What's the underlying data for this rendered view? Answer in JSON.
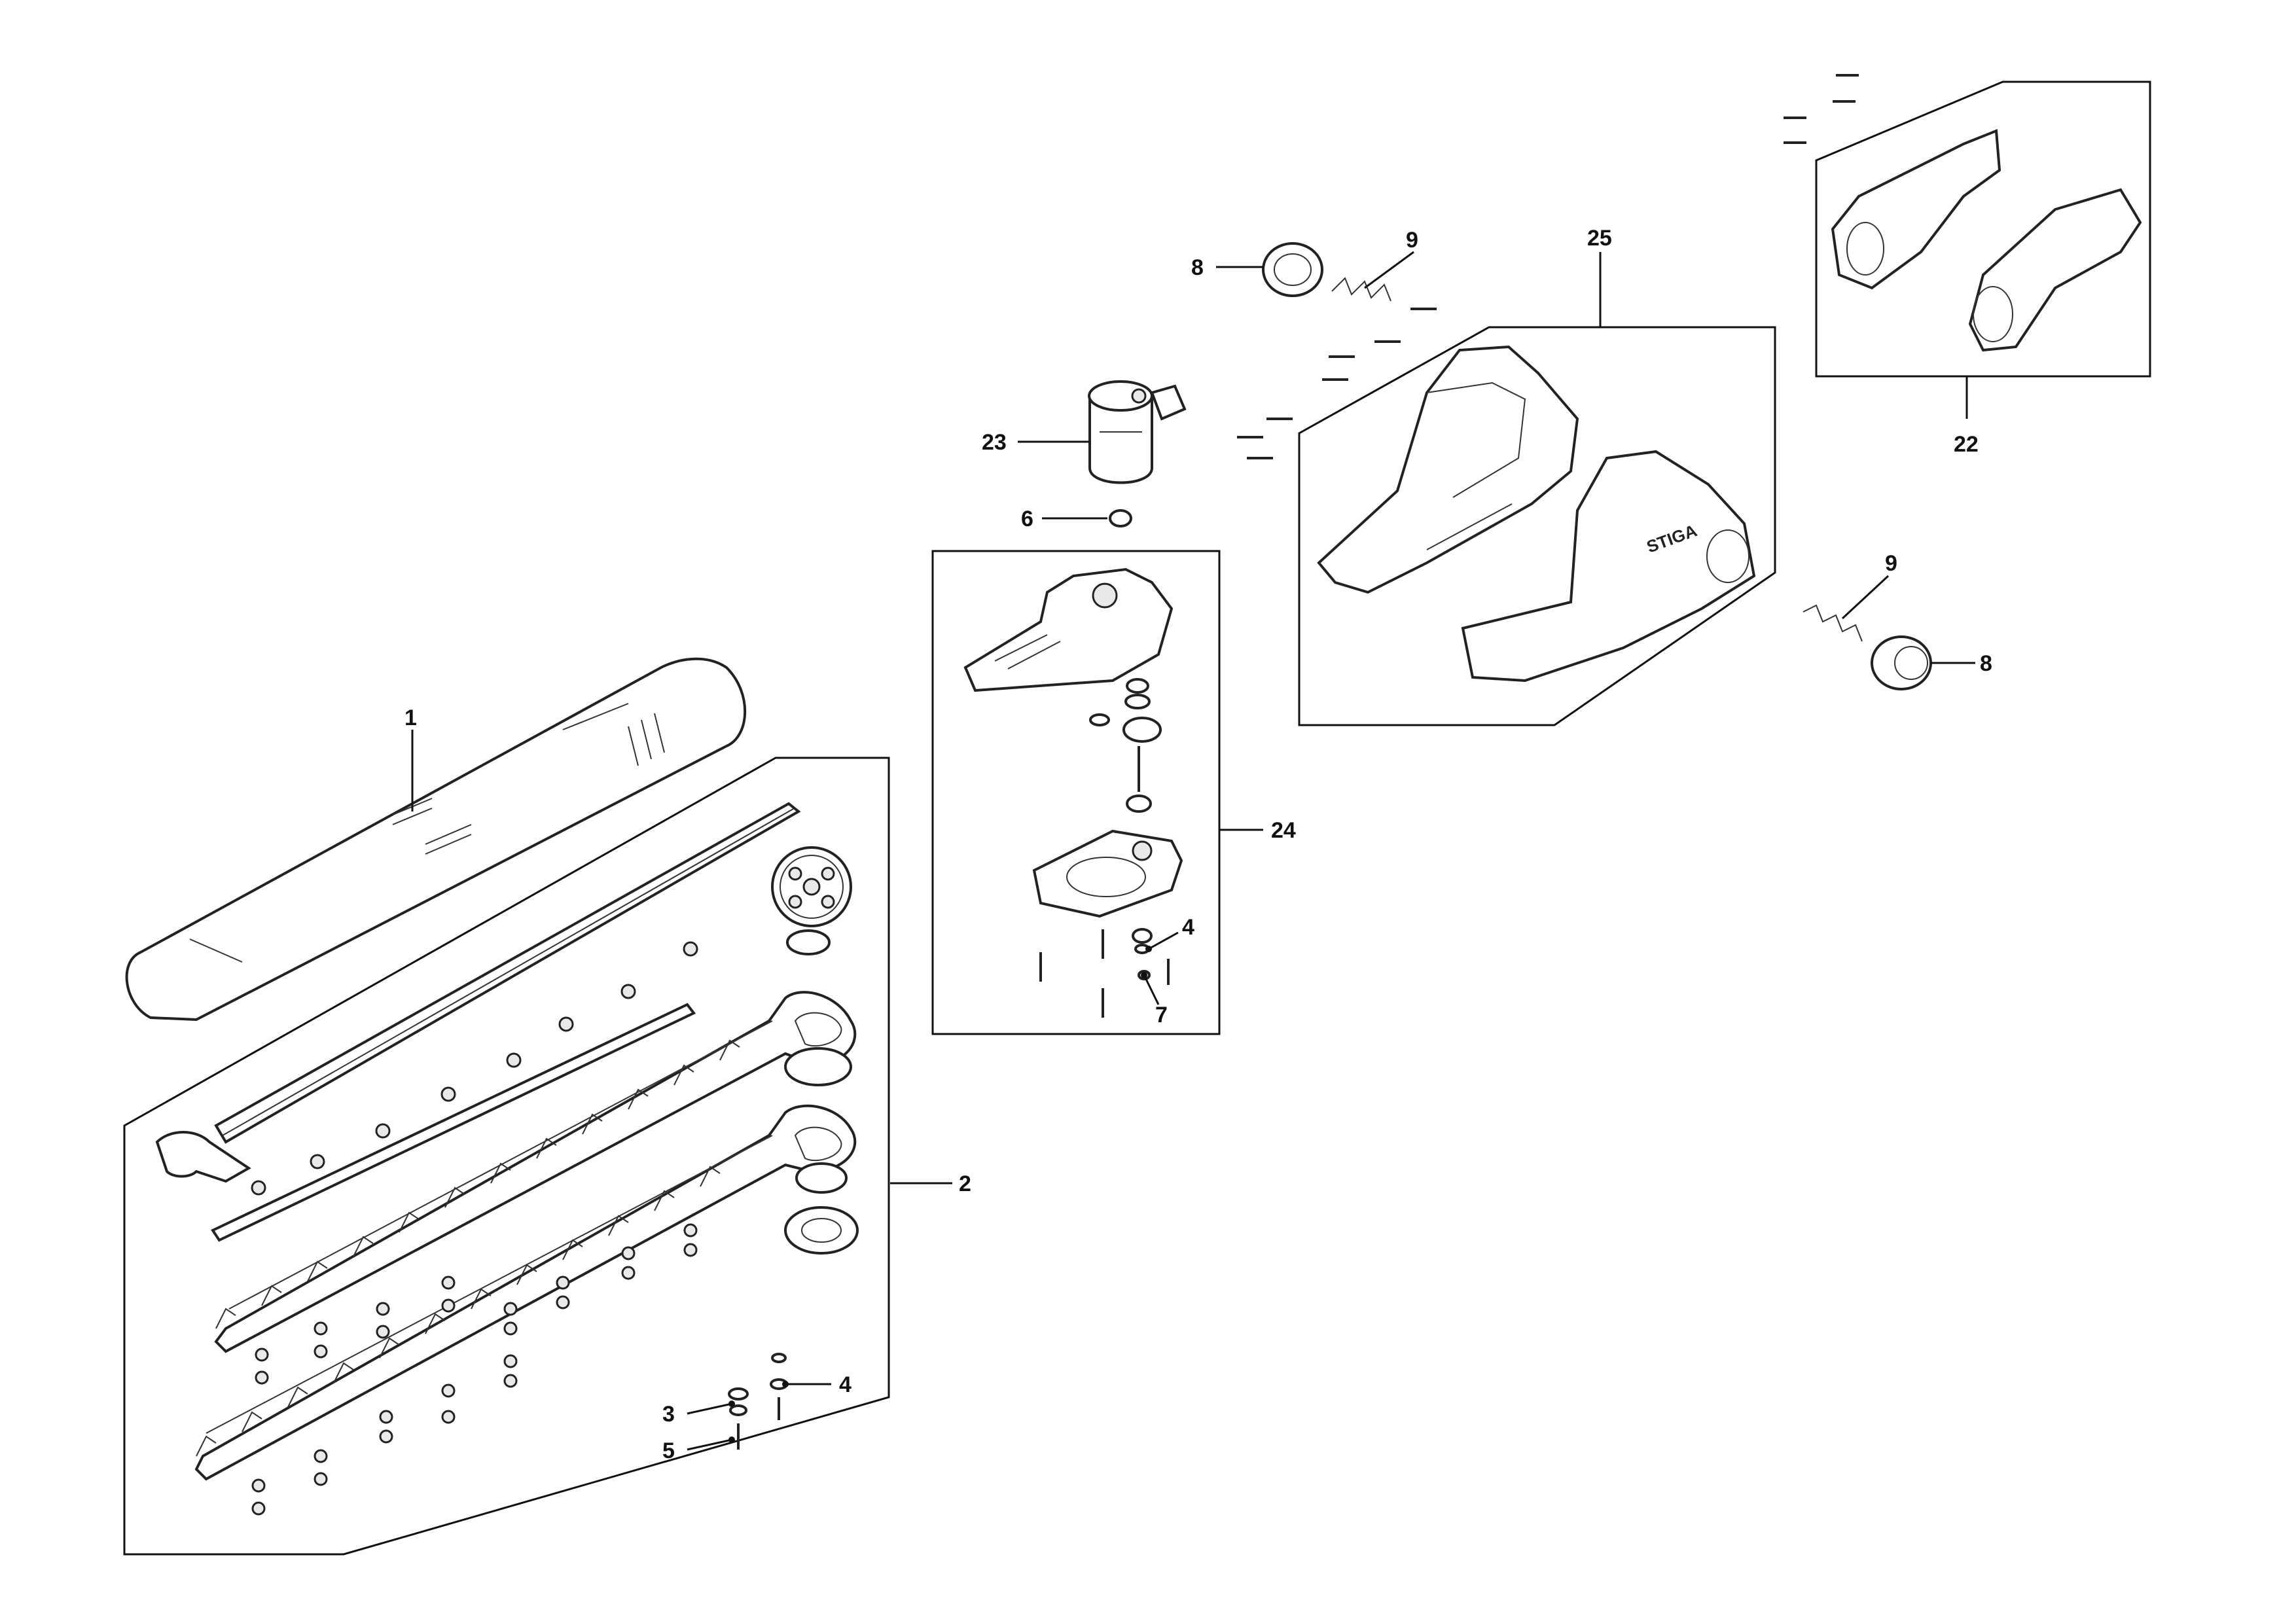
{
  "diagram": {
    "type": "exploded-parts-diagram",
    "stroke_color": "#111111",
    "part_fill": "#ffffff",
    "shade_fill": "#e9e9e9",
    "callouts": [
      "1",
      "2",
      "3",
      "4",
      "5",
      "4",
      "7",
      "6",
      "23",
      "24",
      "8",
      "9",
      "25",
      "9",
      "8",
      "22"
    ]
  },
  "housing_logo_text": "STIGA"
}
